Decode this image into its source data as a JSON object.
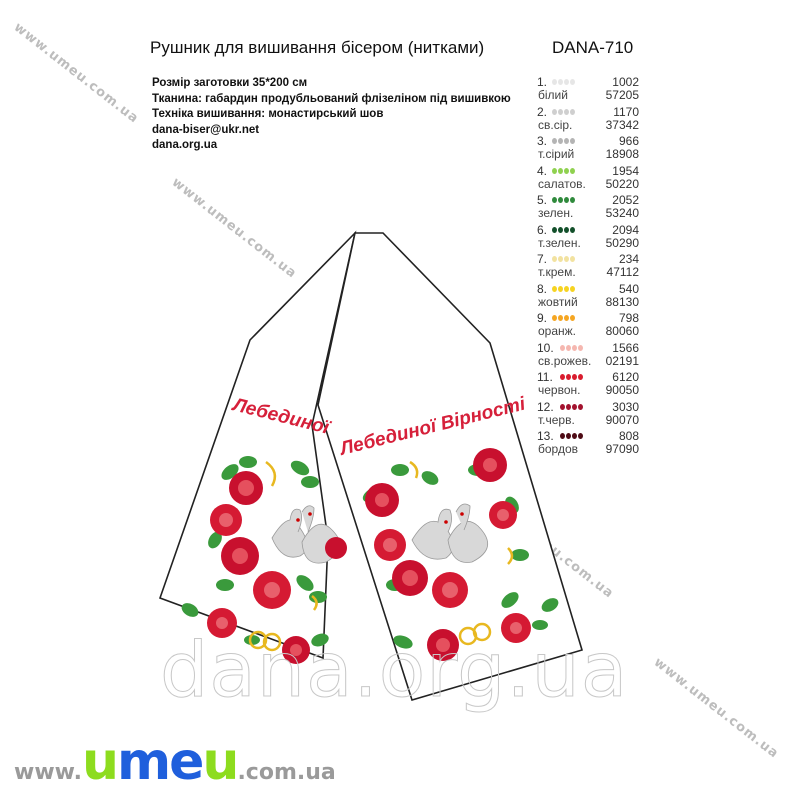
{
  "header": {
    "title": "Рушник для вишивання бісером (нитками)",
    "code": "DANA-710"
  },
  "info": {
    "size": "Розмір заготовки 35*200 см",
    "fabric": "Тканина: габардин продубльований флізеліном під вишивкою",
    "technique": "Техніка вишивання: монастирський шов",
    "email": "dana-biser@ukr.net",
    "site": "dana.org.ua"
  },
  "legend": [
    {
      "num": "1.",
      "name": "білий",
      "code_a": "1002",
      "code_b": "57205",
      "color": "#e6e6e6"
    },
    {
      "num": "2.",
      "name": "св.сір.",
      "code_a": "1170",
      "code_b": "37342",
      "color": "#cfcfcf"
    },
    {
      "num": "3.",
      "name": "т.сірий",
      "code_a": "966",
      "code_b": "18908",
      "color": "#b4b4b4"
    },
    {
      "num": "4.",
      "name": "салатов.",
      "code_a": "1954",
      "code_b": "50220",
      "color": "#8fd14f"
    },
    {
      "num": "5.",
      "name": "зелен.",
      "code_a": "2052",
      "code_b": "53240",
      "color": "#2f8a3c"
    },
    {
      "num": "6.",
      "name": "т.зелен.",
      "code_a": "2094",
      "code_b": "50290",
      "color": "#12502a"
    },
    {
      "num": "7.",
      "name": "т.крем.",
      "code_a": "234",
      "code_b": "47112",
      "color": "#f2e2a0"
    },
    {
      "num": "8.",
      "name": "жовтий",
      "code_a": "540",
      "code_b": "88130",
      "color": "#f6d321"
    },
    {
      "num": "9.",
      "name": "оранж.",
      "code_a": "798",
      "code_b": "80060",
      "color": "#f5a623"
    },
    {
      "num": "10.",
      "name": "св.рожев.",
      "code_a": "1566",
      "code_b": "02191",
      "color": "#f5b7b0"
    },
    {
      "num": "11.",
      "name": "червон.",
      "code_a": "6120",
      "code_b": "90050",
      "color": "#d91c2e"
    },
    {
      "num": "12.",
      "name": "т.черв.",
      "code_a": "3030",
      "code_b": "90070",
      "color": "#a3122e"
    },
    {
      "num": "13.",
      "name": "бордов",
      "code_a": "808",
      "code_b": "97090",
      "color": "#4e0a14"
    }
  ],
  "towel": {
    "inscription_left": "Лебединої",
    "inscription_right": "Лебединої Вірності",
    "motif": "heart wreath of red roses with two white swans and gold rings"
  },
  "watermarks": {
    "diagonal": "www.umeu.com.ua",
    "big_outline": "dana.org.ua"
  },
  "logo": {
    "prefix": "www.",
    "brand_u1": "u",
    "brand_me": "me",
    "brand_u2": "u",
    "suffix": ".com.ua"
  },
  "colors": {
    "logo_green": "#8ddc1e",
    "logo_blue": "#1f5fdc",
    "logo_gray": "#9a9a9a",
    "inscription_red": "#d6203a"
  }
}
